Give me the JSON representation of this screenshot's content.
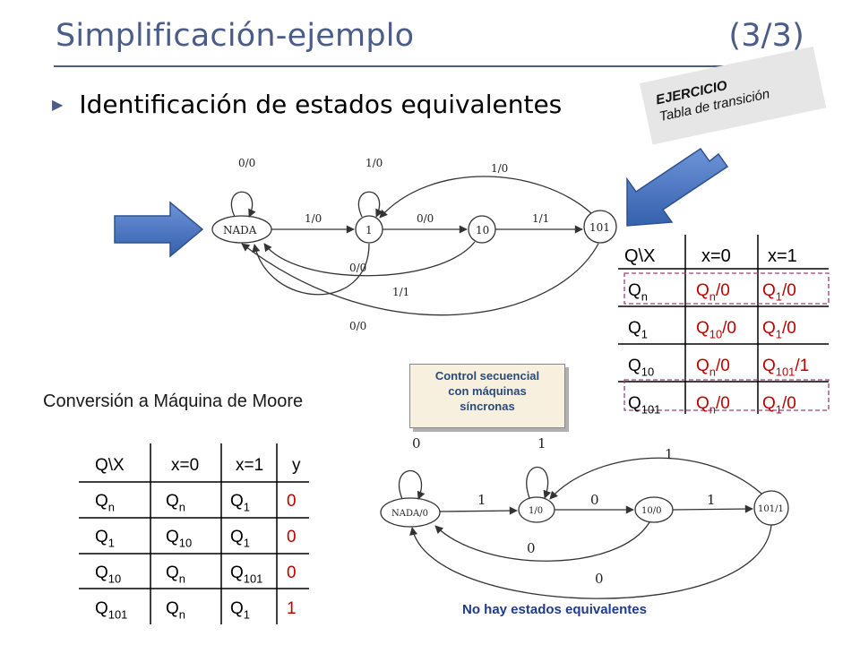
{
  "slide": {
    "title": "Simplificación-ejemplo",
    "part": "(3/3)",
    "bullet": "Identificación de estados equivalentes",
    "exercise_line1": "EJERCICIO",
    "exercise_line2": "Tabla de transición",
    "moore_heading": "Conversión a Máquina de Moore",
    "control_line1": "Control secuencial",
    "control_line2": "con máquinas",
    "control_line3": "síncronas",
    "footnote": "No hay estados equivalentes"
  },
  "mealy_diagram": {
    "states": [
      "NADA",
      "1",
      "10",
      "101"
    ],
    "self_loops": [
      "0/0",
      "1/0"
    ],
    "forward": [
      "1/0",
      "0/0",
      "1/1"
    ],
    "back_101_to_1": "1/0",
    "back_10_to_nada": "0/0",
    "back_1_to_nada": "1/1",
    "back_101_to_nada": "0/0"
  },
  "moore_diagram": {
    "states": [
      "NADA/0",
      "1/0",
      "10/0",
      "101/1"
    ],
    "self_loops": [
      "0",
      "1"
    ],
    "forward": [
      "1",
      "0",
      "1"
    ],
    "back_101_to_1": "1",
    "back_10_to_nada": "0",
    "back_101_to_nada": "0"
  },
  "mealy_table": {
    "headers": [
      "Q\\X",
      "x=0",
      "x=1"
    ],
    "rows": [
      [
        {
          "b": "Q",
          "s": "n"
        },
        {
          "b": "Q",
          "s": "n",
          "t": "/0"
        },
        {
          "b": "Q",
          "s": "1",
          "t": "/0"
        }
      ],
      [
        {
          "b": "Q",
          "s": "1"
        },
        {
          "b": "Q",
          "s": "10",
          "t": "/0"
        },
        {
          "b": "Q",
          "s": "1",
          "t": "/0"
        }
      ],
      [
        {
          "b": "Q",
          "s": "10"
        },
        {
          "b": "Q",
          "s": "n",
          "t": "/0"
        },
        {
          "b": "Q",
          "s": "101",
          "t": "/1"
        }
      ],
      [
        {
          "b": "Q",
          "s": "101"
        },
        {
          "b": "Q",
          "s": "n",
          "t": "/0"
        },
        {
          "b": "Q",
          "s": "1",
          "t": "/0"
        }
      ]
    ],
    "highlighted_rows": [
      0,
      3
    ]
  },
  "moore_table": {
    "headers": [
      "Q\\X",
      "x=0",
      "x=1",
      "y"
    ],
    "rows": [
      [
        {
          "b": "Q",
          "s": "n"
        },
        {
          "b": "Q",
          "s": "n"
        },
        {
          "b": "Q",
          "s": "1"
        },
        {
          "b": "0"
        }
      ],
      [
        {
          "b": "Q",
          "s": "1"
        },
        {
          "b": "Q",
          "s": "10"
        },
        {
          "b": "Q",
          "s": "1"
        },
        {
          "b": "0"
        }
      ],
      [
        {
          "b": "Q",
          "s": "10"
        },
        {
          "b": "Q",
          "s": "n"
        },
        {
          "b": "Q",
          "s": "101"
        },
        {
          "b": "0"
        }
      ],
      [
        {
          "b": "Q",
          "s": "101"
        },
        {
          "b": "Q",
          "s": "n"
        },
        {
          "b": "Q",
          "s": "1"
        },
        {
          "b": "1"
        }
      ]
    ]
  },
  "colors": {
    "title": "#4a5c87",
    "arrow_blue": "#4472c4",
    "table_text_red": "#c00000",
    "highlight_dashed": "#a0407a",
    "footnote_blue": "#1f3b8a",
    "control_box_fill": "#f7f0de"
  },
  "icons": [
    "triangle-bullet-icon",
    "right-arrow-icon",
    "diagonal-arrow-icon"
  ]
}
